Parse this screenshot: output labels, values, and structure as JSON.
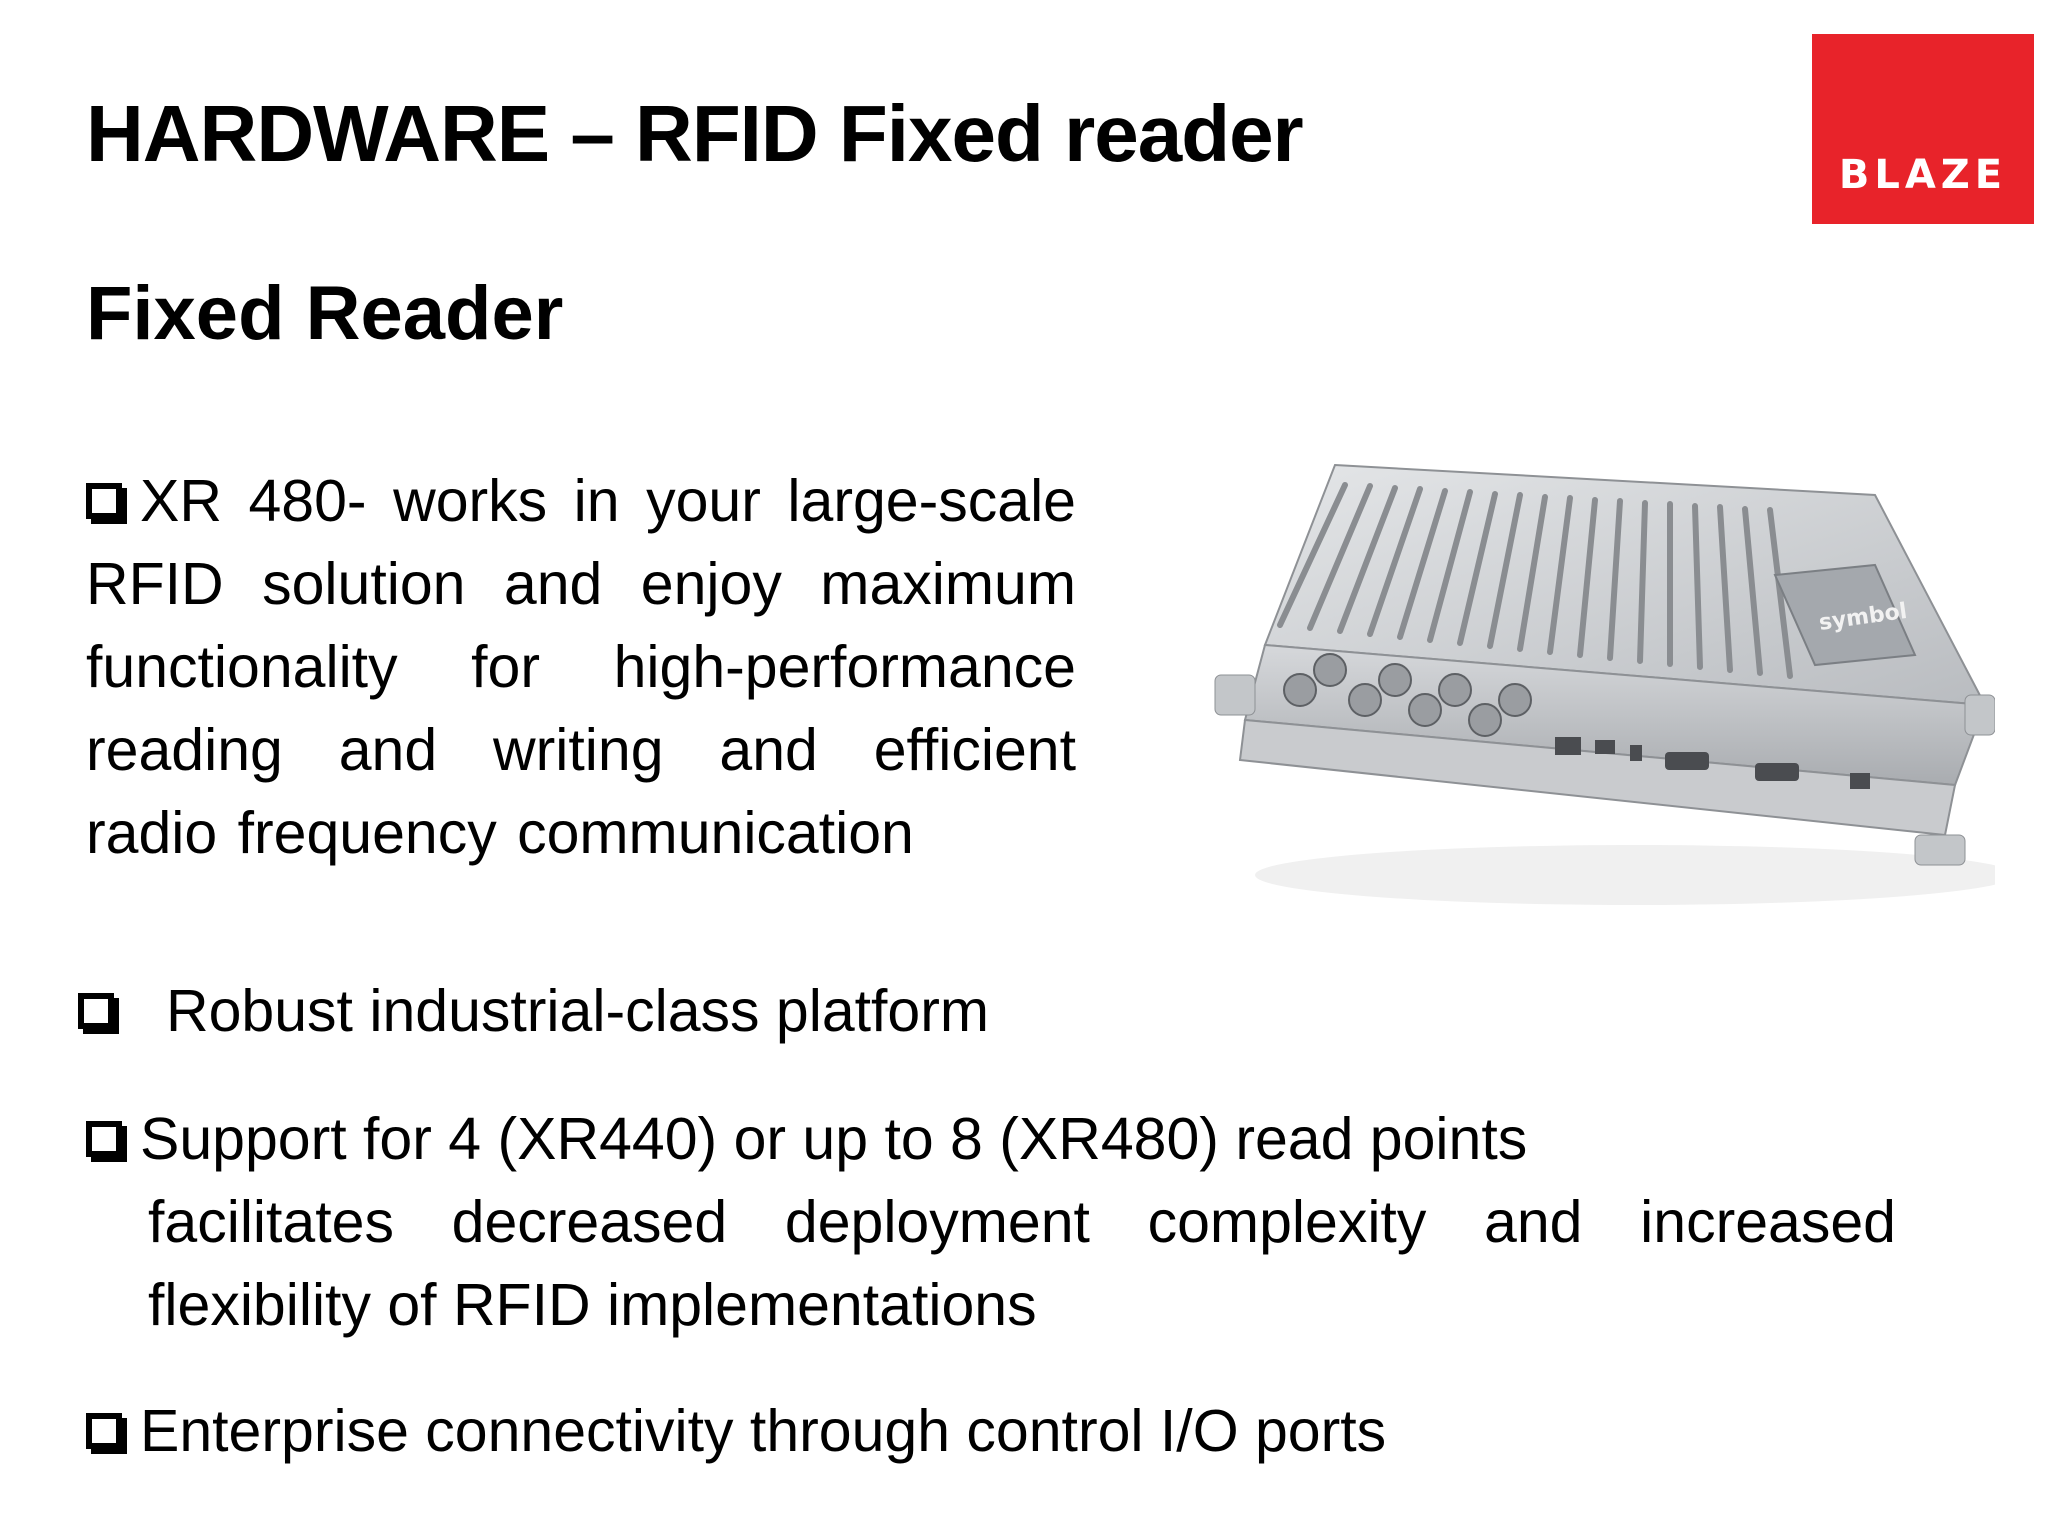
{
  "slide": {
    "title": "HARDWARE – RFID Fixed reader",
    "subtitle": "Fixed Reader",
    "logo_text": "BLAZE",
    "device_brand": "symbol",
    "intro": "XR 480- works in your large-scale RFID solution and enjoy maximum functionality for high-performance reading and writing and efficient radio frequency communication",
    "bullets": [
      "Robust industrial-class platform",
      "Support for 4 (XR440) or up to 8 (XR480) read points",
      "facilitates decreased deployment complexity and increased flexibility of RFID implementations",
      "Enterprise connectivity through control I/O ports"
    ],
    "colors": {
      "logo_bg": "#e8232a",
      "text": "#000000"
    }
  }
}
